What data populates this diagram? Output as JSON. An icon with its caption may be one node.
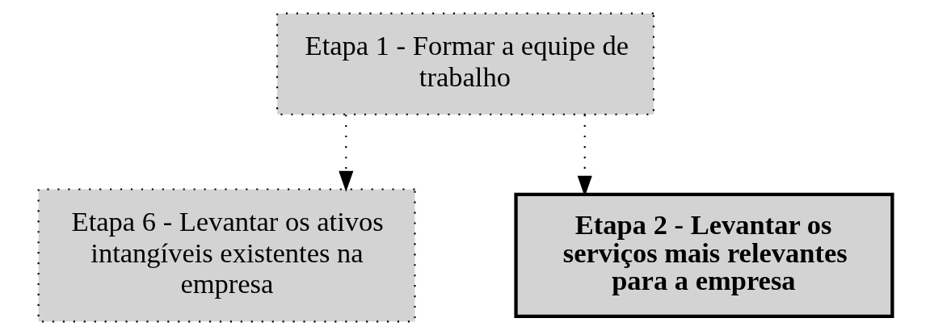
{
  "diagram": {
    "nodes": [
      {
        "text": [
          "Etapa 1 - Formar a equipe de trabalho"
        ]
      },
      {
        "text": [
          "Etapa 6 - Levantar os ativos intangíveis existentes na empresa"
        ]
      },
      {
        "text": [
          "Etapa 2 - Levantar os serviços mais relevantes para a empresa"
        ]
      }
    ],
    "edges": [
      {
        "from": 0,
        "to": 1,
        "arrow": "to",
        "style": "dashed"
      },
      {
        "from": 0,
        "to": 2,
        "arrow": "to",
        "style": "dashed"
      }
    ]
  }
}
